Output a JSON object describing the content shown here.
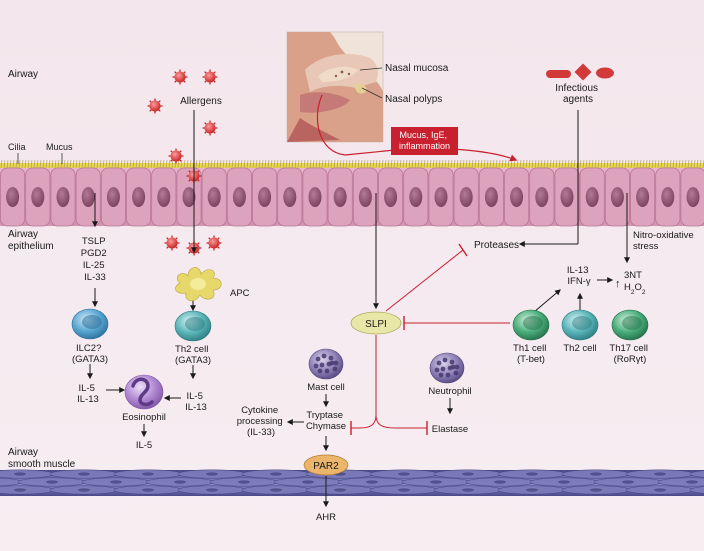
{
  "regions": {
    "airway": "Airway",
    "cilia": "Cilia",
    "mucus": "Mucus",
    "airway_epithelium": [
      "Airway",
      "epithelium"
    ],
    "airway_smooth_muscle": [
      "Airway",
      "smooth muscle"
    ]
  },
  "nose_inset": {
    "nasal_mucosa": "Nasal mucosa",
    "nasal_polyps": "Nasal polyps",
    "callout": [
      "Mucus, IgE,",
      "inflammation"
    ]
  },
  "allergens": "Allergens",
  "infectious_agents": [
    "Infectious",
    "agents"
  ],
  "mediators": [
    "TSLP",
    "PGD2",
    "IL-25",
    "IL-33"
  ],
  "cells": {
    "apc": "APC",
    "ilc2": [
      "ILC2?",
      "(GATA3)"
    ],
    "th2_left": [
      "Th2 cell",
      "(GATA3)"
    ],
    "eosinophil": "Eosinophil",
    "mast_cell": "Mast cell",
    "neutrophil": "Neutrophil",
    "th1": [
      "Th1 cell",
      "(T-bet)"
    ],
    "th2_right": "Th2 cell",
    "th17": [
      "Th17 cell",
      "(RoRγt)"
    ]
  },
  "il5_il13": [
    "IL-5",
    "IL-13"
  ],
  "il5": "IL-5",
  "slpi": "SLPI",
  "proteases": "Proteases",
  "il13_ifn": [
    "IL-13",
    "IFN-γ"
  ],
  "nitro_stress": [
    "Nitro-oxidative",
    "stress"
  ],
  "three_nt": "3NT",
  "h2o2": "H2O2",
  "tryptase_chymase": [
    "Tryptase",
    "Chymase"
  ],
  "cytokine_processing": [
    "Cytokine",
    "processing",
    "(IL-33)"
  ],
  "elastase": "Elastase",
  "par2": "PAR2",
  "ahr": "AHR",
  "colors": {
    "epithelium": "#d79ab4",
    "nucleus": "#8a4a67",
    "cell_blue": "#4d97c4",
    "cell_green": "#3a9a6a",
    "eosinophil": "#b58bd6",
    "granule_cell": "#7d6da5",
    "inhibition": "#d62f3a",
    "callout": "#c8202e",
    "allergen": "#e23a3a",
    "par2": "#e9b870",
    "slpi": "#e6e29a",
    "muscle": "#6b6aa8"
  }
}
